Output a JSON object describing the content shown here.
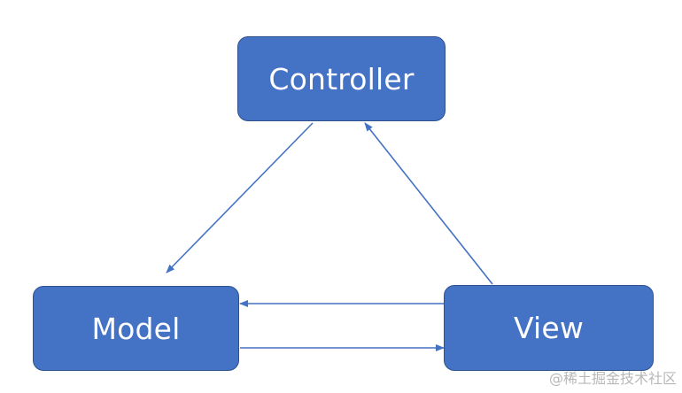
{
  "diagram": {
    "nodes": {
      "controller": {
        "label": "Controller"
      },
      "model": {
        "label": "Model"
      },
      "view": {
        "label": "View"
      }
    },
    "edges": [
      {
        "from": "controller",
        "to": "model"
      },
      {
        "from": "view",
        "to": "controller"
      },
      {
        "from": "view",
        "to": "model"
      },
      {
        "from": "model",
        "to": "view"
      }
    ],
    "colors": {
      "node_fill": "#4472c4",
      "node_border": "#2f528f",
      "node_text": "#ffffff",
      "edge": "#4472c4"
    }
  },
  "watermark": "@稀土掘金技术社区"
}
